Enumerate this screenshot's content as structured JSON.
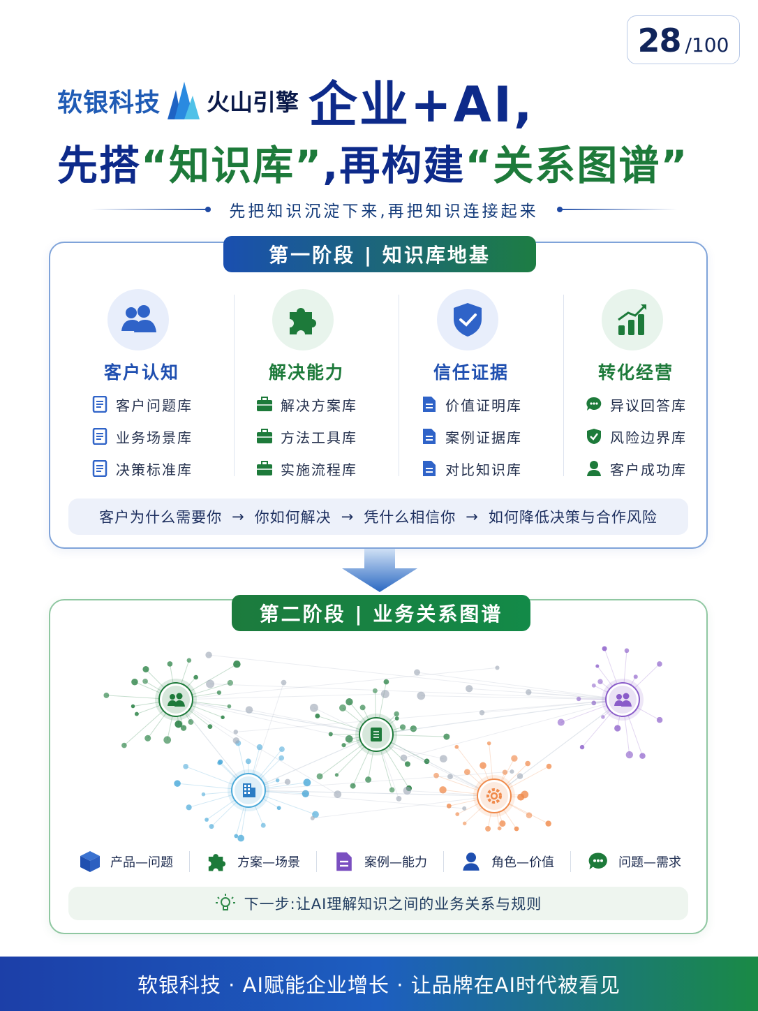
{
  "page": {
    "current": "28",
    "total": "/100"
  },
  "header": {
    "brand": "软银科技",
    "partner": "火山引擎",
    "headline_1": "企业+AI,",
    "headline_2": {
      "p1": "先搭",
      "p2": "“知识库”",
      "p3": ",再构建",
      "p4": "“关系图谱”"
    },
    "subtitle": "先把知识沉淀下来,再把知识连接起来"
  },
  "stage1": {
    "title": "第一阶段 | 知识库地基",
    "columns": [
      {
        "title": "客户认知",
        "color": "#1f4fb0",
        "items": [
          "客户问题库",
          "业务场景库",
          "决策标准库"
        ]
      },
      {
        "title": "解决能力",
        "color": "#1d7a3a",
        "items": [
          "解决方案库",
          "方法工具库",
          "实施流程库"
        ]
      },
      {
        "title": "信任证据",
        "color": "#1f4fb0",
        "items": [
          "价值证明库",
          "案例证据库",
          "对比知识库"
        ]
      },
      {
        "title": "转化经营",
        "color": "#1d7a3a",
        "items": [
          "异议回答库",
          "风险边界库",
          "客户成功库"
        ]
      }
    ],
    "flow": [
      "客户为什么需要你",
      "你如何解决",
      "凭什么相信你",
      "如何降低决策与合作风险"
    ],
    "arrow": "→"
  },
  "stage2": {
    "title": "第二阶段 | 业务关系图谱",
    "legend": [
      "产品—问题",
      "方案—场景",
      "案例—能力",
      "角色—价值",
      "问题—需求"
    ],
    "next_step": "下一步:让AI理解知识之间的业务关系与规则"
  },
  "footer": {
    "text": "软银科技 · AI赋能企业增长 · 让品牌在AI时代被看见"
  },
  "colors": {
    "blue": "#1f4fb0",
    "green": "#1d7a3a",
    "purple": "#8a5cc9",
    "orange": "#f08a4b",
    "cyan": "#4aa9d9"
  }
}
